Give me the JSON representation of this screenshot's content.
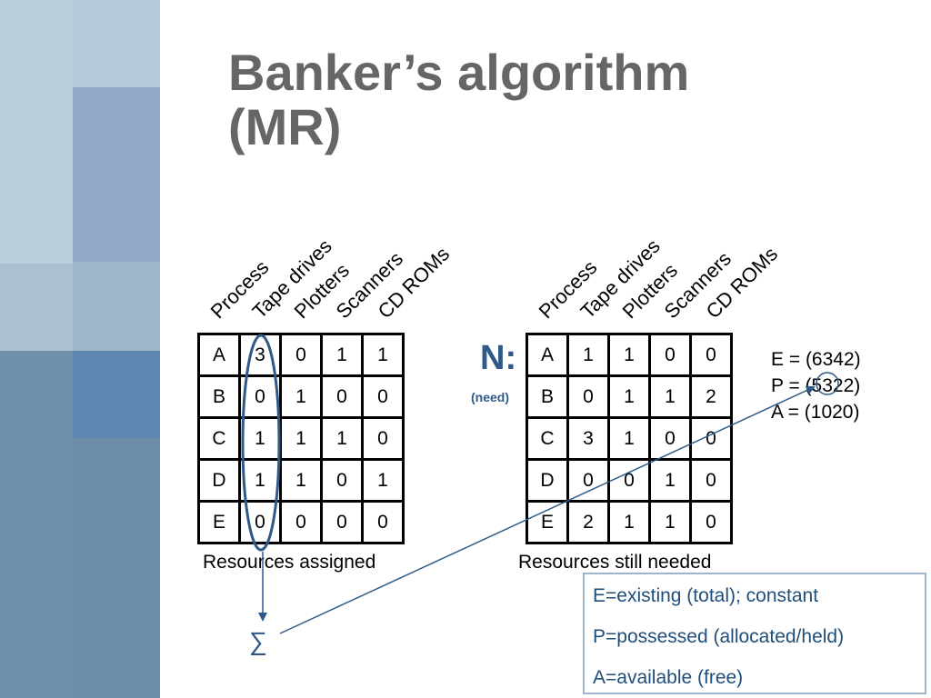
{
  "title": {
    "line1": "Banker’s algorithm",
    "line2": "(MR)"
  },
  "colors": {
    "title": "#666666",
    "accent": "#2f5a88",
    "legend_text": "#1f4e7a",
    "legend_border": "#9db6cc"
  },
  "assigned": {
    "headers": [
      "Process",
      "Tape drives",
      "Plotters",
      "Scanners",
      "CD ROMs"
    ],
    "rows": [
      [
        "A",
        "3",
        "0",
        "1",
        "1"
      ],
      [
        "B",
        "0",
        "1",
        "0",
        "0"
      ],
      [
        "C",
        "1",
        "1",
        "1",
        "0"
      ],
      [
        "D",
        "1",
        "1",
        "0",
        "1"
      ],
      [
        "E",
        "0",
        "0",
        "0",
        "0"
      ]
    ],
    "caption": "Resources assigned"
  },
  "needed": {
    "label": "N:",
    "sublabel": "(need)",
    "headers": [
      "Process",
      "Tape drives",
      "Plotters",
      "Scanners",
      "CD ROMs"
    ],
    "rows": [
      [
        "A",
        "1",
        "1",
        "0",
        "0"
      ],
      [
        "B",
        "0",
        "1",
        "1",
        "2"
      ],
      [
        "C",
        "3",
        "1",
        "0",
        "0"
      ],
      [
        "D",
        "0",
        "0",
        "1",
        "0"
      ],
      [
        "E",
        "2",
        "1",
        "1",
        "0"
      ]
    ],
    "caption": "Resources still needed"
  },
  "vectors": {
    "existing": "E = (6342)",
    "possessed": "P = (5322)",
    "available": "A = (1020)"
  },
  "sigma": "∑",
  "legend": {
    "line1": "E=existing (total); constant",
    "line2": "P=possessed (allocated/held)",
    "line3": "A=available (free)"
  }
}
